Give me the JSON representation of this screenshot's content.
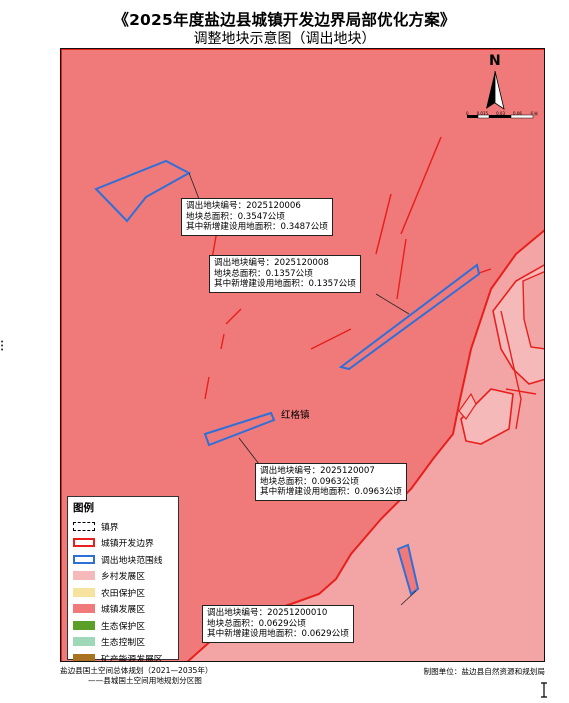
{
  "header": {
    "title": "《2025年度盐边县城镇开发边界局部优化方案》",
    "subtitle": "调整地块示意图（调出地块）"
  },
  "north_arrow": {
    "letter": "N",
    "scale_labels": [
      "0",
      "0.015",
      "0.03",
      "0.06"
    ],
    "scale_unit": "千米"
  },
  "map": {
    "town_label": "红格镇",
    "colors": {
      "urban_development": "#f07a7a",
      "rural_development": "#f3a5a5",
      "development_boundary": "#e8201d",
      "adjustment_parcel": "#2f6fd8"
    },
    "callouts": [
      {
        "line1": "调出地块编号：2025120006",
        "line2": "地块总面积：0.3547公顷",
        "line3": "其中新增建设用地面积：0.3487公顷"
      },
      {
        "line1": "调出地块编号：2025120008",
        "line2": "地块总面积：0.1357公顷",
        "line3": "其中新增建设用地面积：0.1357公顷"
      },
      {
        "line1": "调出地块编号：2025120007",
        "line2": "地块总面积：0.0963公顷",
        "line3": "其中新增建设用地面积：0.0963公顷"
      },
      {
        "line1": "调出地块编号：20251200010",
        "line2": "地块总面积：0.0629公顷",
        "line3": "其中新增建设用地面积：0.0629公顷"
      }
    ]
  },
  "legend": {
    "title": "图例",
    "items": [
      {
        "label": "镇界",
        "kind": "dashed",
        "color": "#000000"
      },
      {
        "label": "城镇开发边界",
        "kind": "outline",
        "color": "#e8201d"
      },
      {
        "label": "调出地块范围线",
        "kind": "outline",
        "color": "#2f6fd8"
      },
      {
        "label": "乡村发展区",
        "kind": "fill",
        "color": "#f6b9b9"
      },
      {
        "label": "农田保护区",
        "kind": "fill",
        "color": "#f7e3a0"
      },
      {
        "label": "城镇发展区",
        "kind": "fill",
        "color": "#f07a7a"
      },
      {
        "label": "生态保护区",
        "kind": "fill",
        "color": "#5aa028"
      },
      {
        "label": "生态控制区",
        "kind": "fill",
        "color": "#9fd8b8"
      },
      {
        "label": "矿产能源发展区",
        "kind": "fill",
        "color": "#a87220"
      }
    ]
  },
  "footer": {
    "source_line1": "盐边县国土空间总体规划（2021—2035年）",
    "source_line2": "——县城国土空间用地规划分区图",
    "producer": "制图单位：盐边县自然资源和规划局"
  }
}
